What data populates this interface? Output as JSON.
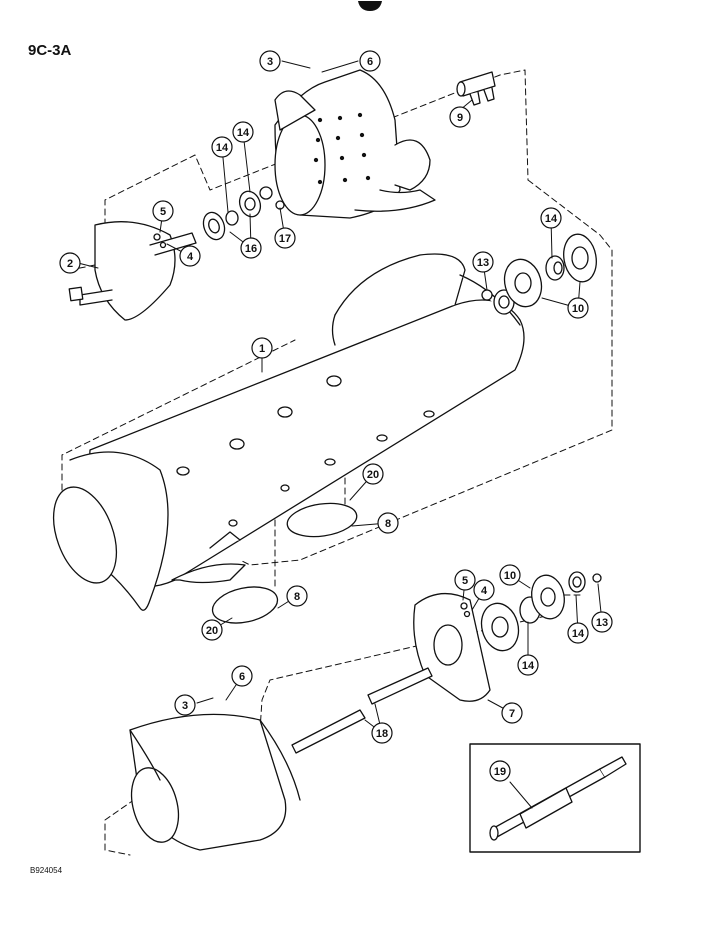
{
  "figure_code": "9C-3A",
  "drawing_code": "B924054",
  "callouts": [
    {
      "id": "c1",
      "label": "1"
    },
    {
      "id": "c2",
      "label": "2"
    },
    {
      "id": "c3a",
      "label": "3"
    },
    {
      "id": "c3b",
      "label": "3"
    },
    {
      "id": "c4a",
      "label": "4"
    },
    {
      "id": "c4b",
      "label": "4"
    },
    {
      "id": "c5a",
      "label": "5"
    },
    {
      "id": "c5b",
      "label": "5"
    },
    {
      "id": "c6a",
      "label": "6"
    },
    {
      "id": "c6b",
      "label": "6"
    },
    {
      "id": "c7",
      "label": "7"
    },
    {
      "id": "c8a",
      "label": "8"
    },
    {
      "id": "c8b",
      "label": "8"
    },
    {
      "id": "c9",
      "label": "9"
    },
    {
      "id": "c10a",
      "label": "10"
    },
    {
      "id": "c10b",
      "label": "10"
    },
    {
      "id": "c13a",
      "label": "13"
    },
    {
      "id": "c13b",
      "label": "13"
    },
    {
      "id": "c14a",
      "label": "14"
    },
    {
      "id": "c14b",
      "label": "14"
    },
    {
      "id": "c14c",
      "label": "14"
    },
    {
      "id": "c14d",
      "label": "14"
    },
    {
      "id": "c14e",
      "label": "14"
    },
    {
      "id": "c16",
      "label": "16"
    },
    {
      "id": "c17",
      "label": "17"
    },
    {
      "id": "c18",
      "label": "18"
    },
    {
      "id": "c19",
      "label": "19"
    },
    {
      "id": "c20a",
      "label": "20"
    },
    {
      "id": "c20b",
      "label": "20"
    }
  ]
}
